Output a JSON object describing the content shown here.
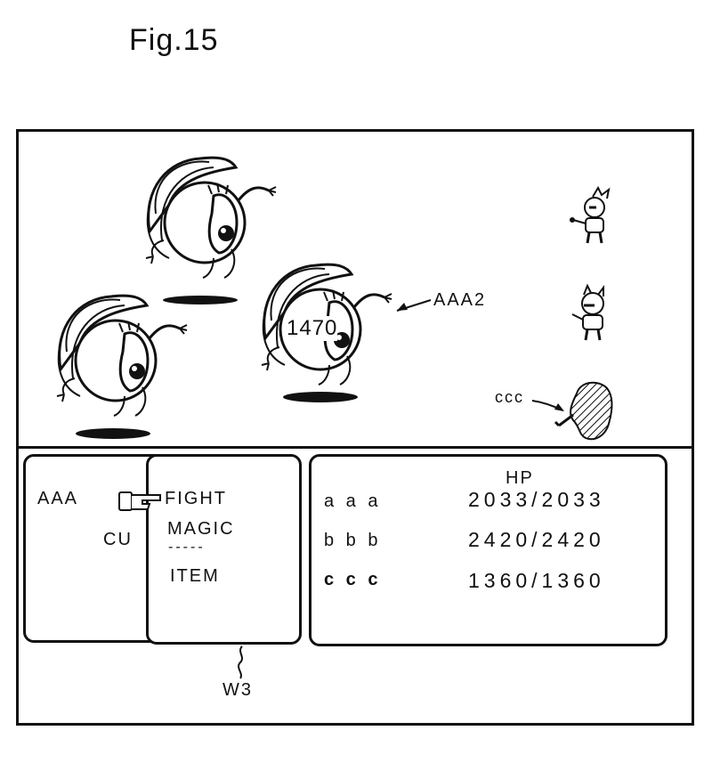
{
  "figure": {
    "title": "Fig.15"
  },
  "battle": {
    "damage_number": "1470",
    "labels": {
      "enemy_target": "AAA2",
      "hero_ccc": "ccc"
    }
  },
  "party_window": {
    "member_name": "AAA",
    "cursor_label": "CU"
  },
  "command_window": {
    "items": [
      "FIGHT",
      "MAGIC",
      "-----",
      "ITEM"
    ],
    "label": "W3"
  },
  "hp_window": {
    "header": "HP",
    "rows": [
      {
        "name": "a a a",
        "hp": "2033/2033"
      },
      {
        "name": "b b b",
        "hp": "2420/2420"
      },
      {
        "name": "c c c",
        "hp": "1360/1360"
      }
    ]
  }
}
